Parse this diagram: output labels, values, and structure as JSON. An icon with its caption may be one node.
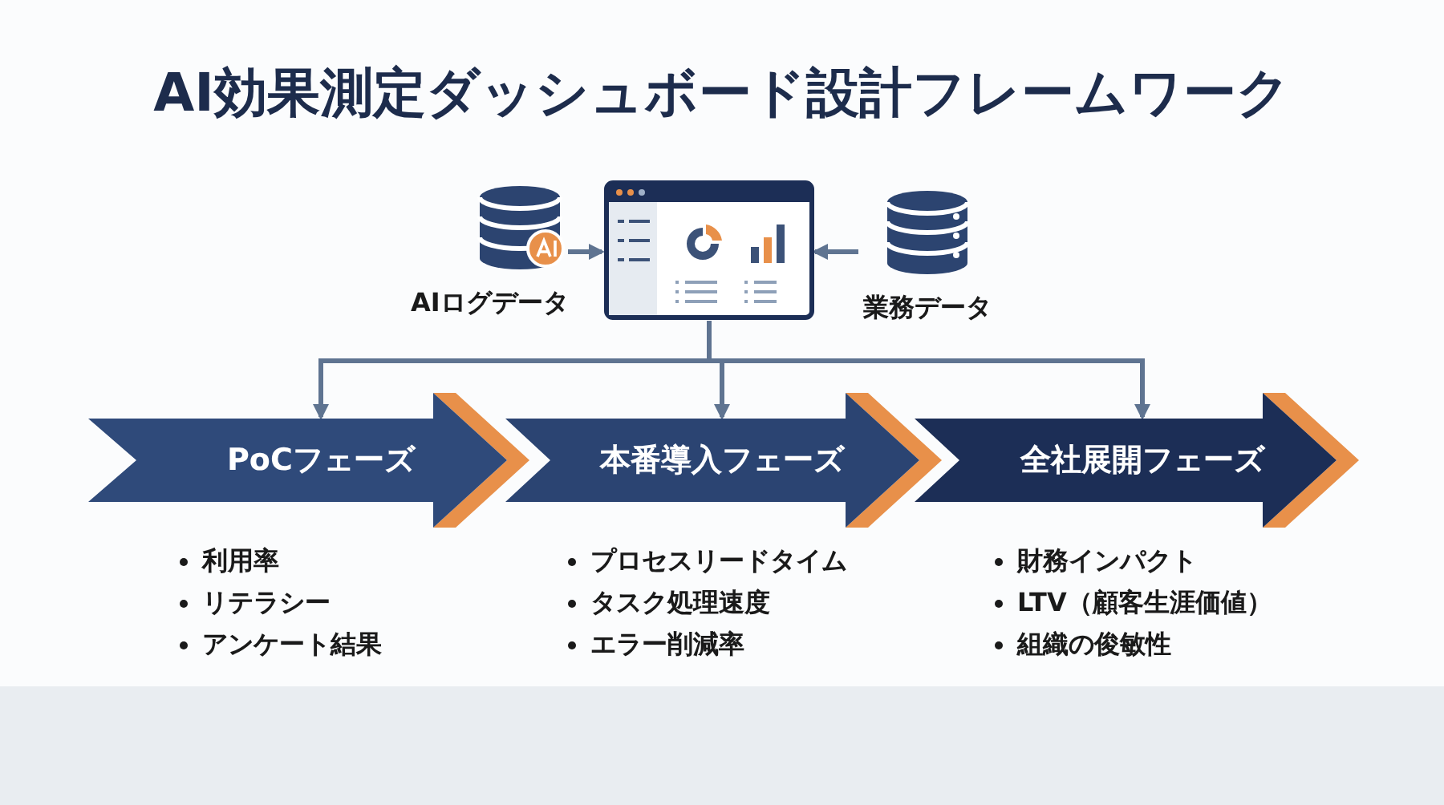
{
  "diagram": {
    "title": "AI効果測定ダッシュボード設計フレームワーク",
    "nodes": [
      {
        "text": [
          "AIログデータ"
        ]
      },
      {
        "text": [],
        "shape": "screen"
      },
      {
        "text": [
          "業務データ"
        ]
      },
      {
        "text": [
          "PoCフェーズ"
        ],
        "beside": [
          "利用率",
          "リテラシー",
          "アンケート結果"
        ]
      },
      {
        "text": [
          "本番導入フェーズ"
        ],
        "beside": [
          "プロセスリードタイム",
          "タスク処理速度",
          "エラー削減率"
        ]
      },
      {
        "text": [
          "全社展開フェーズ"
        ],
        "beside": [
          "財務インパクト",
          "LTV（顧客生涯価値）",
          "組織の俊敏性"
        ]
      }
    ],
    "edges": [
      {
        "from": 0,
        "to": 1,
        "arrow": "to"
      },
      {
        "from": 2,
        "to": 1,
        "arrow": "to"
      },
      {
        "from": 1,
        "to": 3,
        "arrow": "to"
      },
      {
        "from": 1,
        "to": 4,
        "arrow": "to"
      },
      {
        "from": 1,
        "to": 5,
        "arrow": "to"
      }
    ]
  }
}
